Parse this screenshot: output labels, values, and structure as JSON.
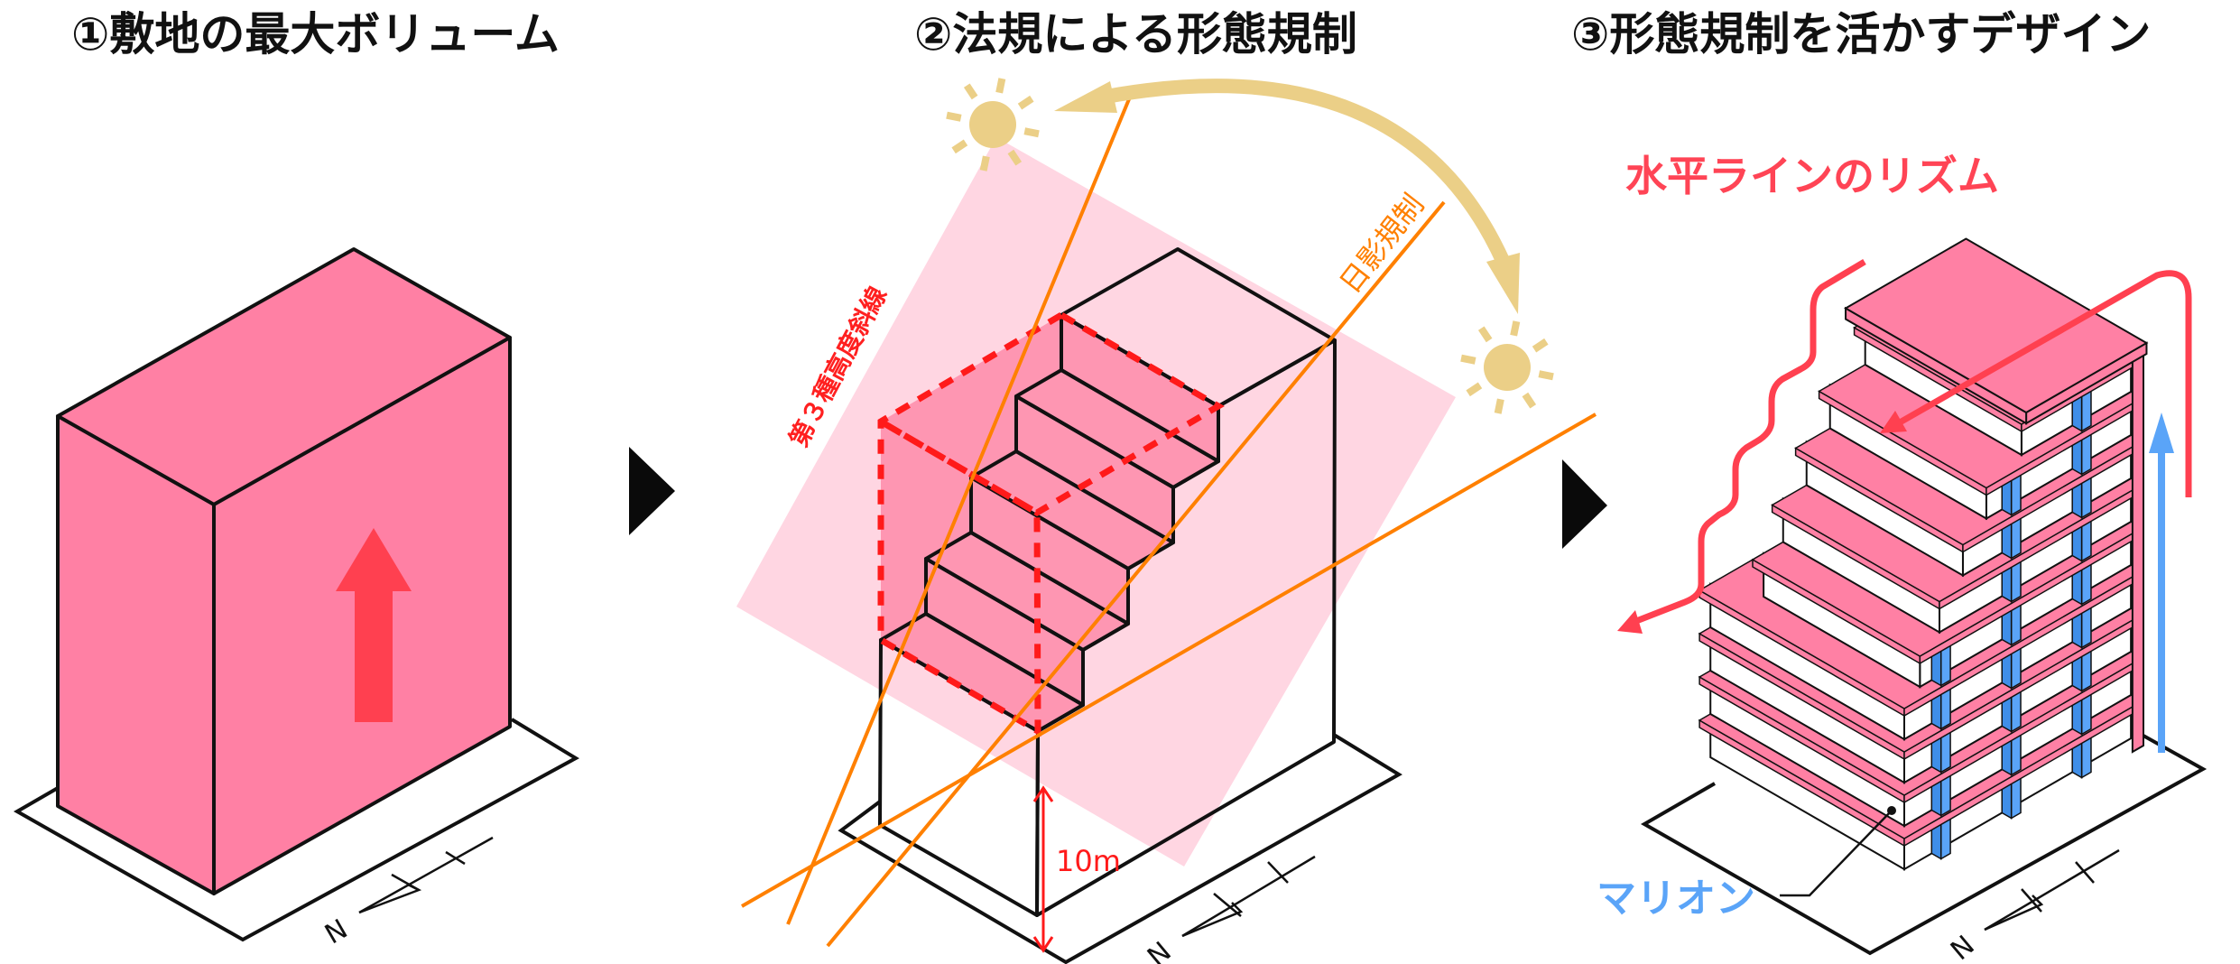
{
  "titles": {
    "step1": "①敷地の最大ボリューム",
    "step2": "②法規による形態規制",
    "step3": "③形態規制を活かすデザイン"
  },
  "panel2": {
    "height_slant_label": "第３種高度斜線",
    "shadow_label": "日影規制",
    "height_dimension": "10m"
  },
  "panel3": {
    "rhythm_label": "水平ラインのリズム",
    "mullion_label": "マリオン"
  },
  "north_label": "N",
  "colors": {
    "volume_pink": "#ff80a4",
    "arrow_red": "#ff4050",
    "plane_pink": "#ffd6e2",
    "envelope_pink": "#fe96b2",
    "orange": "#ff8000",
    "sun": "#ebcf87",
    "mullion_blue": "#5aa4f8"
  }
}
